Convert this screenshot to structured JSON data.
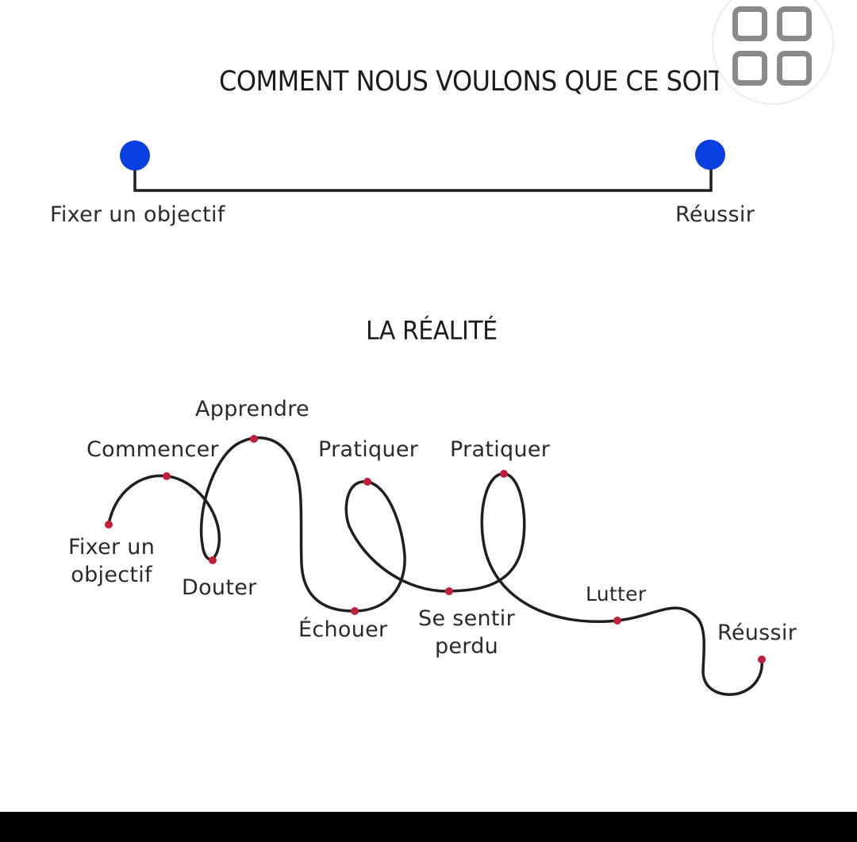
{
  "ideal": {
    "title": "COMMENT NOUS VOULONS QUE CE SOIT",
    "start_label": "Fixer un objectif",
    "end_label": "Réussir"
  },
  "reality": {
    "title": "LA RÉALITÉ",
    "steps": {
      "fixer": "Fixer un\nobjectif",
      "commencer": "Commencer",
      "apprendre": "Apprendre",
      "douter": "Douter",
      "pratiquer_1": "Pratiquer",
      "echouer": "Échouer",
      "se_sentir_perdu": "Se sentir\nperdu",
      "pratiquer_2": "Pratiquer",
      "lutter": "Lutter",
      "reussir": "Réussir"
    }
  },
  "colors": {
    "endpoint_blue": "#0a3fe0",
    "step_dot_red": "#c0203a",
    "line": "#1f1f1f"
  },
  "icons": {
    "grid_button": "grid-icon"
  }
}
